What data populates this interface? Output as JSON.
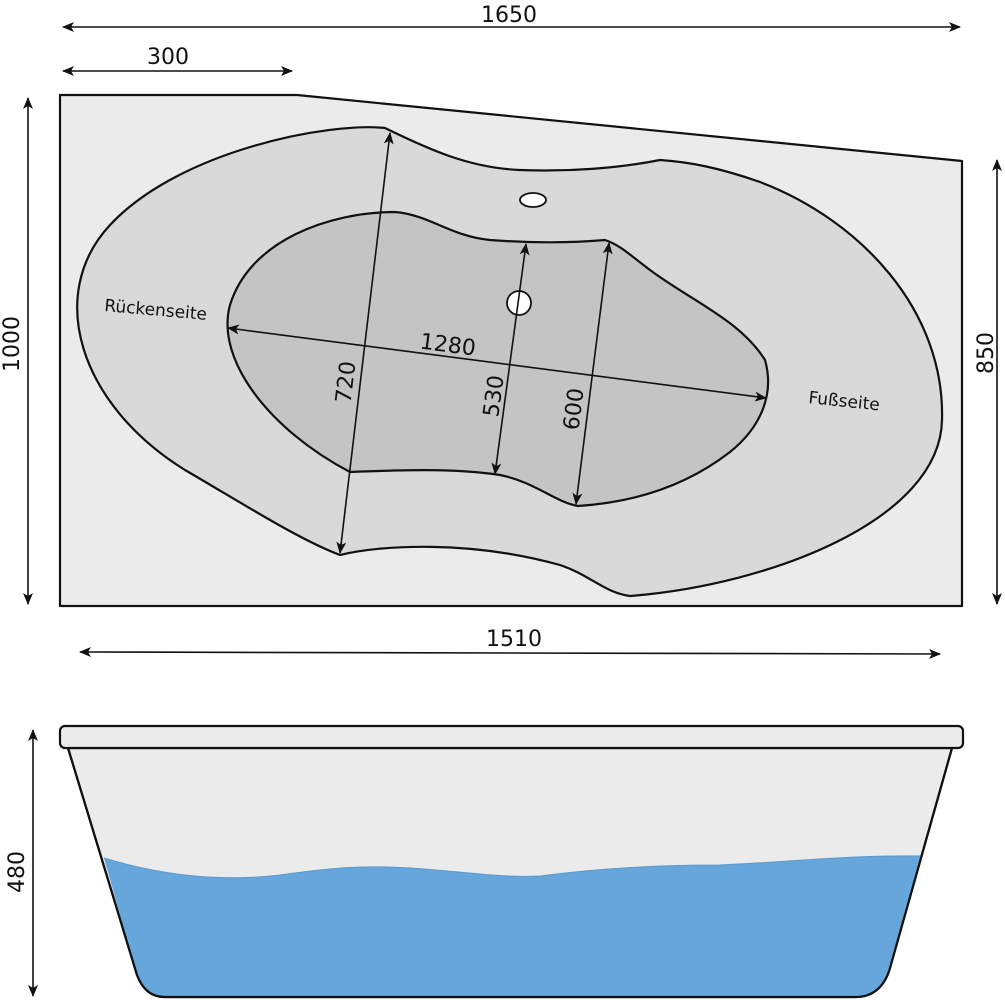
{
  "colors": {
    "background": "#ffffff",
    "deck": "#ebebeb",
    "outer_basin": "#d9d9d9",
    "inner_basin": "#c4c4c4",
    "water": "#67a6da",
    "line": "#111111"
  },
  "top_view": {
    "dim_overall_length": "1650",
    "dim_corner_offset": "300",
    "dim_depth_left": "1000",
    "dim_depth_right": "850",
    "dim_bottom_length": "1510",
    "dim_inner_length": "1280",
    "dim_outer_width": "720",
    "dim_inner_width_mid": "530",
    "dim_inner_width_foot": "600",
    "label_back_side": "Rückenseite",
    "label_foot_side": "Fußseite"
  },
  "side_view": {
    "dim_height": "480"
  }
}
